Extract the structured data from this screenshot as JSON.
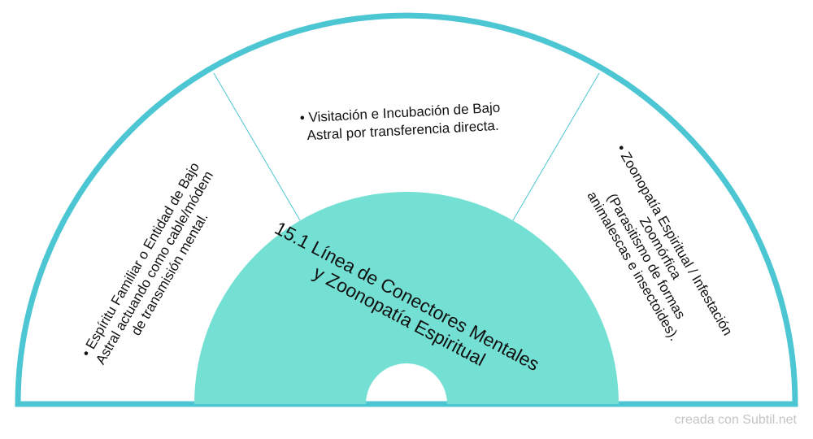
{
  "colors": {
    "outer_ring": "#4cc6d2",
    "hub_fill": "#74e0d4",
    "divider": "#4cc6d2",
    "segment_fill": "#ffffff",
    "text": "#111111",
    "footer": "#c4c4c4"
  },
  "hub": {
    "lines": [
      "15.1 Línea de Conectores Mentales",
      "y Zoonopatía Espiritual"
    ]
  },
  "segments": [
    {
      "position": "left",
      "lines": [
        "• Espíritu Familiar o Entidad de Bajo",
        "Astral actuando como cable/módem",
        "de transmisión mental."
      ]
    },
    {
      "position": "top",
      "lines": [
        "• Visitación e Incubación de Bajo",
        "Astral por transferencia directa."
      ]
    },
    {
      "position": "right",
      "lines": [
        "• Zoonopatía Espiritual / Infestación",
        "Zoomórfica",
        "(Parasitismo de formas",
        "animalescas e insectoides)."
      ]
    }
  ],
  "footer": {
    "text": "creada con Subtil.net"
  }
}
